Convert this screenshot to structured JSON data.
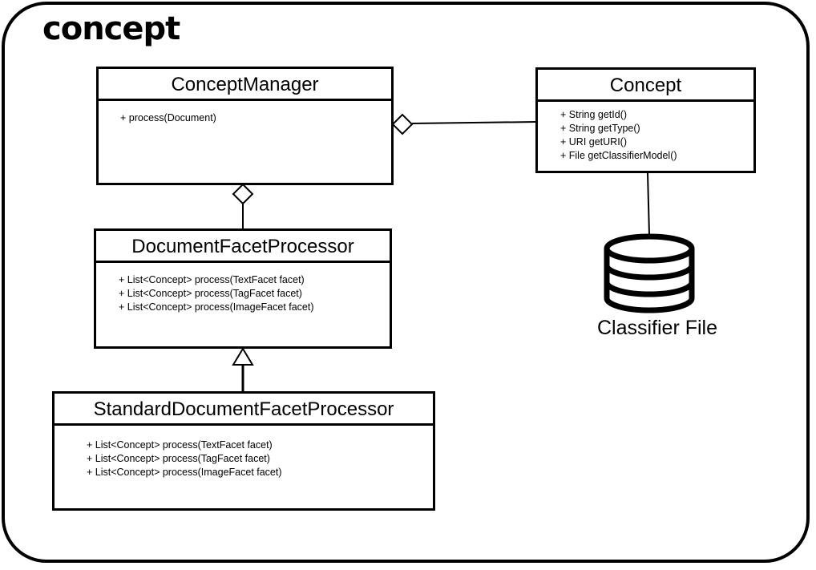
{
  "package": {
    "name": "concept"
  },
  "classes": {
    "concept_manager": {
      "name": "ConceptManager",
      "operations": [
        "+ process(Document)"
      ]
    },
    "concept": {
      "name": "Concept",
      "operations": [
        "+ String getId()",
        "+ String getType()",
        "+ URI getURI()",
        "+ File getClassifierModel()"
      ]
    },
    "document_facet_processor": {
      "name": "DocumentFacetProcessor",
      "operations": [
        "+ List<Concept> process(TextFacet facet)",
        "+ List<Concept> process(TagFacet facet)",
        "+ List<Concept> process(ImageFacet facet)"
      ]
    },
    "standard_document_facet_processor": {
      "name": "StandardDocumentFacetProcessor",
      "operations": [
        "+ List<Concept> process(TextFacet facet)",
        "+ List<Concept> process(TagFacet facet)",
        "+ List<Concept> process(ImageFacet facet)"
      ]
    }
  },
  "datastore": {
    "icon": "database-icon",
    "label": "Classifier File"
  },
  "relationships": [
    {
      "type": "aggregation",
      "from": "ConceptManager",
      "to": "Concept"
    },
    {
      "type": "aggregation",
      "from": "ConceptManager",
      "to": "DocumentFacetProcessor"
    },
    {
      "type": "generalization",
      "from": "StandardDocumentFacetProcessor",
      "to": "DocumentFacetProcessor"
    },
    {
      "type": "association",
      "from": "Concept",
      "to": "Classifier File"
    }
  ]
}
